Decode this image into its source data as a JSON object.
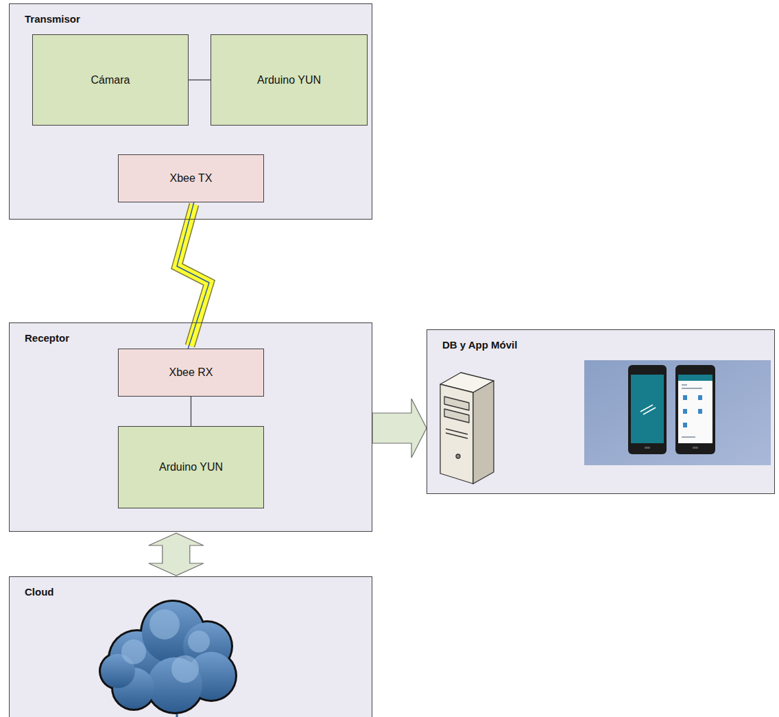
{
  "diagram": {
    "nodes": [
      {
        "text": [
          "Transmisor"
        ]
      },
      {
        "text": [
          "Cámara"
        ],
        "in": 0
      },
      {
        "text": [
          "Arduino YUN"
        ],
        "in": 0
      },
      {
        "text": [
          "Xbee TX"
        ],
        "in": 0
      },
      {
        "text": [
          "Receptor"
        ]
      },
      {
        "text": [
          "Xbee RX"
        ],
        "in": 4
      },
      {
        "text": [
          "Arduino YUN"
        ],
        "in": 4
      },
      {
        "text": [
          "DB y App Móvil"
        ]
      },
      {
        "text": [
          "Cloud"
        ]
      }
    ],
    "edges": [
      {
        "from": 1,
        "to": 2,
        "arrow": "none"
      },
      {
        "from": 3,
        "to": 5,
        "arrow": "none"
      },
      {
        "from": 5,
        "to": 6,
        "arrow": "none"
      },
      {
        "from": 4,
        "to": 7,
        "arrow": "to"
      },
      {
        "from": 4,
        "to": 8,
        "arrow": "both"
      }
    ]
  }
}
